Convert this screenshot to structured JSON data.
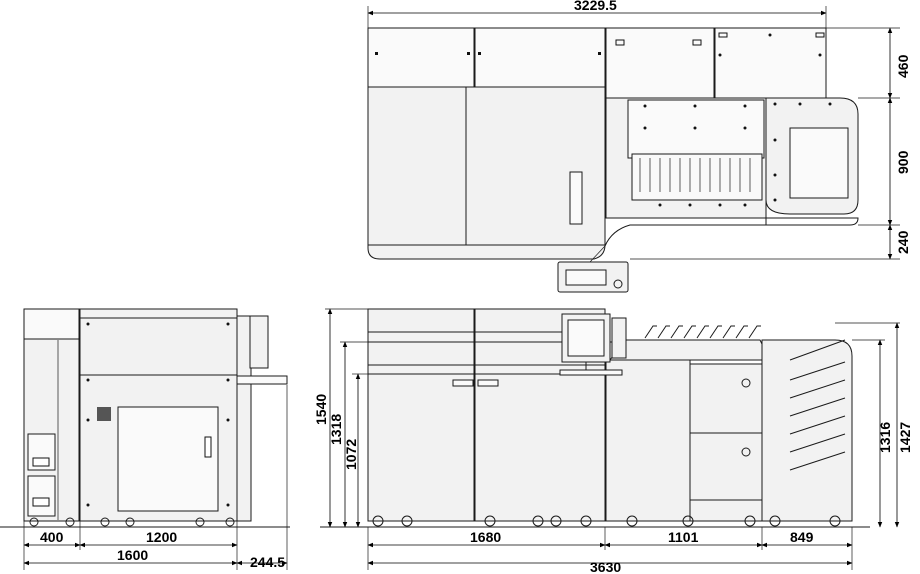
{
  "dimensions": {
    "top_view": {
      "overall_width": "3229.5",
      "depth_top": "460",
      "depth_middle": "900",
      "depth_bottom": "240"
    },
    "side_view": {
      "width_400": "400",
      "width_1200": "1200",
      "width_1600": "1600",
      "offset_244_5": "244.5"
    },
    "front_view": {
      "height_1540": "1540",
      "height_1318": "1318",
      "height_1072": "1072",
      "height_1316": "1316",
      "height_1427": "1427",
      "width_1680": "1680",
      "width_1101": "1101",
      "width_849": "849",
      "overall_3630": "3630"
    }
  }
}
